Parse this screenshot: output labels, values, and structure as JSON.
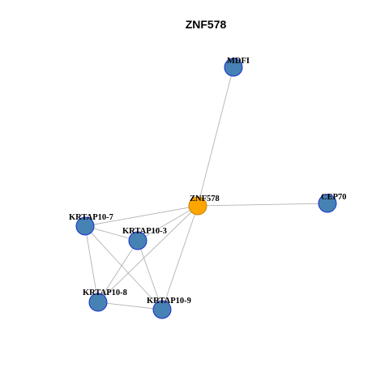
{
  "graph": {
    "title": "ZNF578",
    "colors": {
      "center_fill": "#FFA500",
      "center_stroke": "#C87F00",
      "node_fill": "#4682B4",
      "node_stroke": "#1A2FD0",
      "edge": "#B3B3B3"
    },
    "nodes": [
      {
        "id": "ZNF578",
        "label": "ZNF578",
        "center": true
      },
      {
        "id": "MDFI",
        "label": "MDFI",
        "center": false
      },
      {
        "id": "CEP70",
        "label": "CEP70",
        "center": false
      },
      {
        "id": "KRTAP10-7",
        "label": "KRTAP10-7",
        "center": false
      },
      {
        "id": "KRTAP10-3",
        "label": "KRTAP10-3",
        "center": false
      },
      {
        "id": "KRTAP10-8",
        "label": "KRTAP10-8",
        "center": false
      },
      {
        "id": "KRTAP10-9",
        "label": "KRTAP10-9",
        "center": false
      }
    ],
    "edges": [
      [
        "ZNF578",
        "MDFI"
      ],
      [
        "ZNF578",
        "CEP70"
      ],
      [
        "ZNF578",
        "KRTAP10-7"
      ],
      [
        "ZNF578",
        "KRTAP10-3"
      ],
      [
        "ZNF578",
        "KRTAP10-8"
      ],
      [
        "ZNF578",
        "KRTAP10-9"
      ],
      [
        "KRTAP10-7",
        "KRTAP10-3"
      ],
      [
        "KRTAP10-7",
        "KRTAP10-8"
      ],
      [
        "KRTAP10-7",
        "KRTAP10-9"
      ],
      [
        "KRTAP10-3",
        "KRTAP10-8"
      ],
      [
        "KRTAP10-3",
        "KRTAP10-9"
      ],
      [
        "KRTAP10-8",
        "KRTAP10-9"
      ]
    ]
  }
}
